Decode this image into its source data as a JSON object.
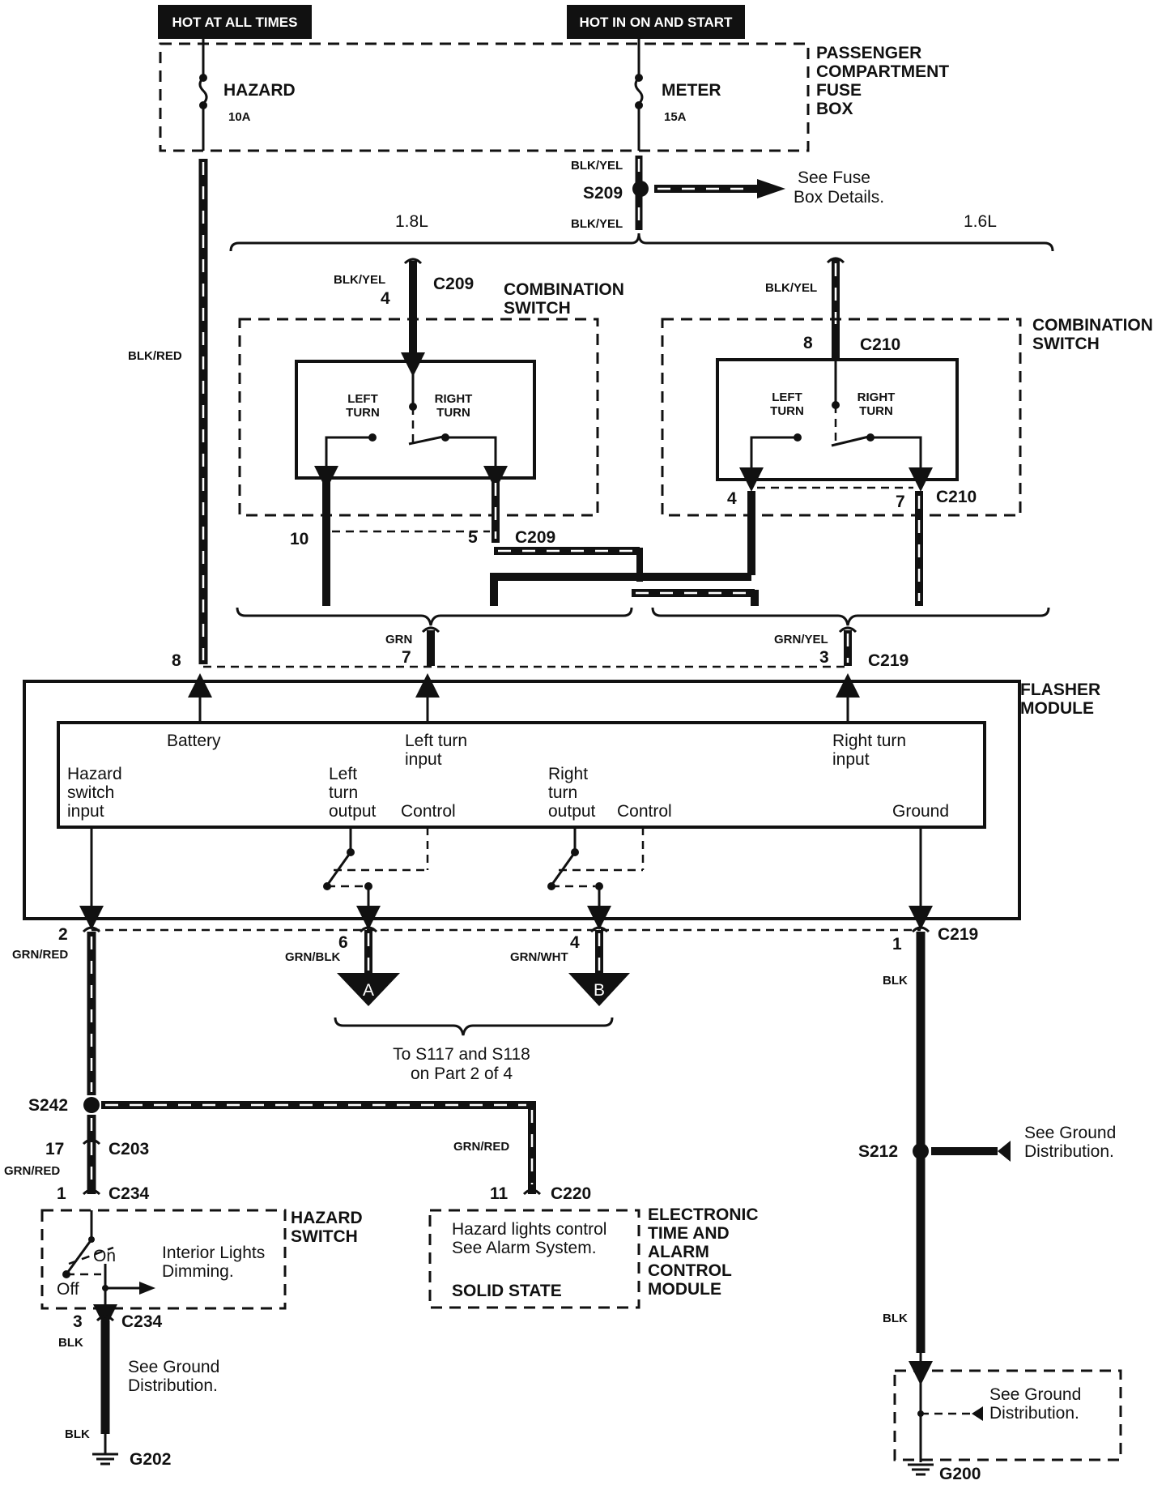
{
  "power": {
    "hot_at_all_times": "HOT AT ALL TIMES",
    "hot_in_on_and_start": "HOT IN ON AND START"
  },
  "fuse_box": {
    "title_lines": [
      "PASSENGER",
      "COMPARTMENT",
      "FUSE",
      "BOX"
    ],
    "hazard_name": "HAZARD",
    "hazard_rating": "10A",
    "meter_name": "METER",
    "meter_rating": "15A"
  },
  "splice_s209": {
    "wire_top": "BLK/YEL",
    "name": "S209",
    "wire_bottom": "BLK/YEL",
    "note_lines": [
      "See Fuse",
      "Box Details."
    ]
  },
  "engines": {
    "left": "1.8L",
    "right": "1.6L"
  },
  "combo_18": {
    "wire_in": "BLK/YEL",
    "pin_in": "4",
    "connector": "C209",
    "title_lines": [
      "COMBINATION",
      "SWITCH"
    ],
    "left_turn": [
      "LEFT",
      "TURN"
    ],
    "right_turn": [
      "RIGHT",
      "TURN"
    ],
    "pin_left": "10",
    "pin_right": "5",
    "connector_bottom": "C209"
  },
  "combo_16": {
    "wire_in": "BLK/YEL",
    "pin_in": "8",
    "connector": "C210",
    "title_lines": [
      "COMBINATION",
      "SWITCH"
    ],
    "left_turn": [
      "LEFT",
      "TURN"
    ],
    "right_turn": [
      "RIGHT",
      "TURN"
    ],
    "pin_left": "4",
    "pin_right": "7",
    "connector_bottom": "C210"
  },
  "battery_wire": "BLK/RED",
  "flasher": {
    "title_lines": [
      "FLASHER",
      "MODULE"
    ],
    "pin_battery": "8",
    "wire_left": "GRN",
    "pin_left": "7",
    "wire_right": "GRN/YEL",
    "pin_right": "3",
    "connector_top": "C219",
    "battery": "Battery",
    "left_turn_input": [
      "Left turn",
      "input"
    ],
    "right_turn_input": [
      "Right turn",
      "input"
    ],
    "hazard_switch_input": [
      "Hazard",
      "switch",
      "input"
    ],
    "left_turn_output": [
      "Left",
      "turn",
      "output"
    ],
    "right_turn_output": [
      "Right",
      "turn",
      "output"
    ],
    "control_left": "Control",
    "control_right": "Control",
    "ground": "Ground"
  },
  "flasher_bottom": {
    "pin_hazard": "2",
    "wire_hazard": "GRN/RED",
    "pin_left_out": "6",
    "wire_left_out": "GRN/BLK",
    "pin_right_out": "4",
    "wire_right_out": "GRN/WHT",
    "pin_ground": "1",
    "connector": "C219",
    "wire_ground": "BLK",
    "arrow_a": "A",
    "arrow_b": "B",
    "to_lines": [
      "To S117 and S118",
      "on Part 2 of 4"
    ]
  },
  "hazard_branch": {
    "splice": "S242",
    "wire_branch": "GRN/RED",
    "pin_c203": "17",
    "c203": "C203",
    "wire_c203": "GRN/RED",
    "pin_c234_top": "1",
    "c234_top": "C234",
    "switch_title": [
      "HAZARD",
      "SWITCH"
    ],
    "on": "On",
    "off": "Off",
    "dimming": [
      "Interior Lights",
      "Dimming."
    ],
    "pin_c234_bottom": "3",
    "c234_bottom": "C234",
    "wire_bottom_1": "BLK",
    "ground_note": [
      "See Ground",
      "Distribution."
    ],
    "wire_bottom_2": "BLK",
    "ground": "G202"
  },
  "etacm": {
    "pin": "11",
    "connector": "C220",
    "text_lines": [
      "Hazard lights control",
      "See Alarm System."
    ],
    "solid_state": "SOLID STATE",
    "title_lines": [
      "ELECTRONIC",
      "TIME AND",
      "ALARM",
      "CONTROL",
      "MODULE"
    ]
  },
  "ground_branch": {
    "splice": "S212",
    "note_lines": [
      "See Ground",
      "Distribution."
    ],
    "wire_bottom": "BLK",
    "box_note": [
      "See Ground",
      "Distribution."
    ],
    "ground": "G200"
  }
}
